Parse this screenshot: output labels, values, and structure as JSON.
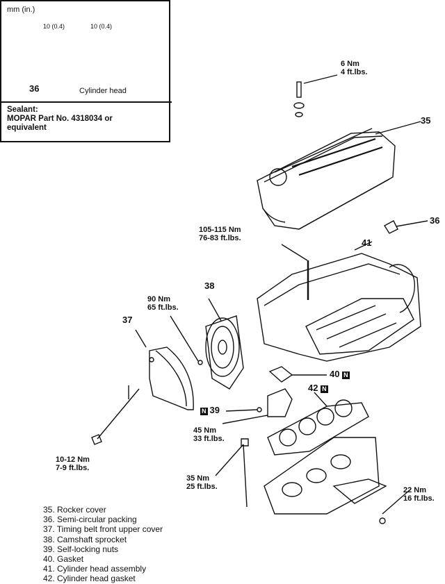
{
  "inset": {
    "units": "mm (in.)",
    "dim_left": "10 (0.4)",
    "dim_right": "10 (0.4)",
    "callout": "36",
    "cylinder_head": "Cylinder head",
    "sealant_title": "Sealant:",
    "sealant_text": "MOPAR Part No. 4318034 or\nequivalent"
  },
  "callouts": {
    "n35": "35",
    "n36": "36",
    "n37": "37",
    "n38": "38",
    "n39": "39",
    "n40": "40",
    "n41": "41",
    "n42": "42"
  },
  "torques": {
    "t1": "6 Nm\n4 ft.lbs.",
    "t2": "105-115 Nm\n76-83 ft.lbs.",
    "t3": "90 Nm\n65 ft.lbs.",
    "t4": "45 Nm\n33 ft.lbs.",
    "t5": "10-12 Nm\n7-9 ft.lbs.",
    "t6": "35 Nm\n25 ft.lbs.",
    "t7": "22 Nm\n16 ft.lbs."
  },
  "badge": "N",
  "legend": [
    "35. Rocker cover",
    "36. Semi-circular packing",
    "37. Timing belt front upper cover",
    "38. Camshaft sprocket",
    "39. Self-locking nuts",
    "40. Gasket",
    "41. Cylinder head assembly",
    "42. Cylinder head gasket"
  ]
}
